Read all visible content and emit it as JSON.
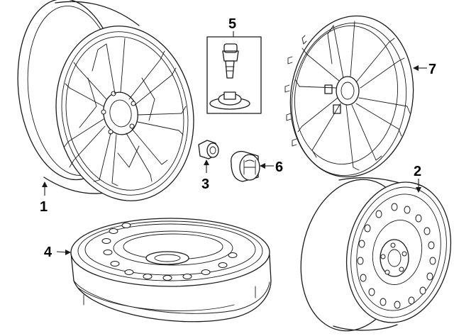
{
  "callouts": [
    {
      "id": "1",
      "label": "1"
    },
    {
      "id": "2",
      "label": "2"
    },
    {
      "id": "3",
      "label": "3"
    },
    {
      "id": "4",
      "label": "4"
    },
    {
      "id": "5",
      "label": "5"
    },
    {
      "id": "6",
      "label": "6"
    },
    {
      "id": "7",
      "label": "7"
    }
  ],
  "parts": [
    {
      "callout": "1",
      "name": "alloy-wheel"
    },
    {
      "callout": "2",
      "name": "spare-steel-wheel"
    },
    {
      "callout": "3",
      "name": "lug-nut"
    },
    {
      "callout": "4",
      "name": "spare-steel-wheel-flat"
    },
    {
      "callout": "5",
      "name": "tire-pressure-sensor"
    },
    {
      "callout": "6",
      "name": "center-cap"
    },
    {
      "callout": "7",
      "name": "wheel-cover"
    }
  ],
  "colors": {
    "line": "#1a1a1a",
    "background": "#ffffff"
  }
}
